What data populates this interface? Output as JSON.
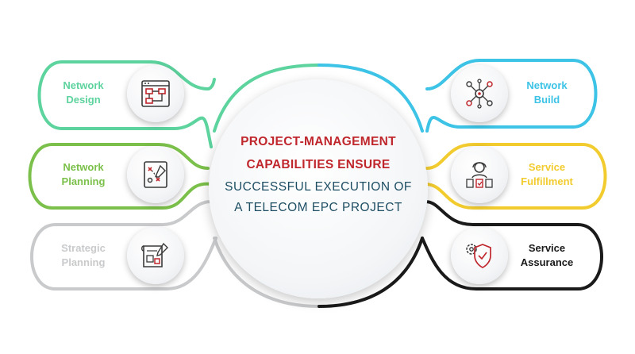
{
  "center": {
    "line1": "PROJECT-MANAGEMENT",
    "line2": "CAPABILITIES ENSURE",
    "line3": "SUCCESSFUL EXECUTION OF",
    "line4": "A TELECOM EPC PROJECT"
  },
  "left_items": [
    {
      "line1": "Network",
      "line2": "Design",
      "color": "#5dd39e",
      "icon": "flowchart-icon"
    },
    {
      "line1": "Network",
      "line2": "Planning",
      "color": "#7bc04a",
      "icon": "strategy-board-icon"
    },
    {
      "line1": "Strategic",
      "line2": "Planning",
      "color": "#c9cacc",
      "icon": "blueprint-icon"
    }
  ],
  "right_items": [
    {
      "line1": "Network",
      "line2": "Build",
      "color": "#3cc3e6",
      "icon": "network-nodes-icon"
    },
    {
      "line1": "Service",
      "line2": "Fulfillment",
      "color": "#f2cc2f",
      "icon": "customer-service-icon"
    },
    {
      "line1": "Service",
      "line2": "Assurance",
      "color": "#1a1a1a",
      "icon": "shield-gear-icon"
    }
  ],
  "colors": {
    "headline": "#c0272d",
    "subline": "#1d4e63",
    "network_design": "#5dd39e",
    "network_planning": "#7bc04a",
    "strategic_planning": "#c9cacc",
    "network_build": "#3cc3e6",
    "service_fulfillment": "#f2cc2f",
    "service_assurance": "#1a1a1a"
  }
}
